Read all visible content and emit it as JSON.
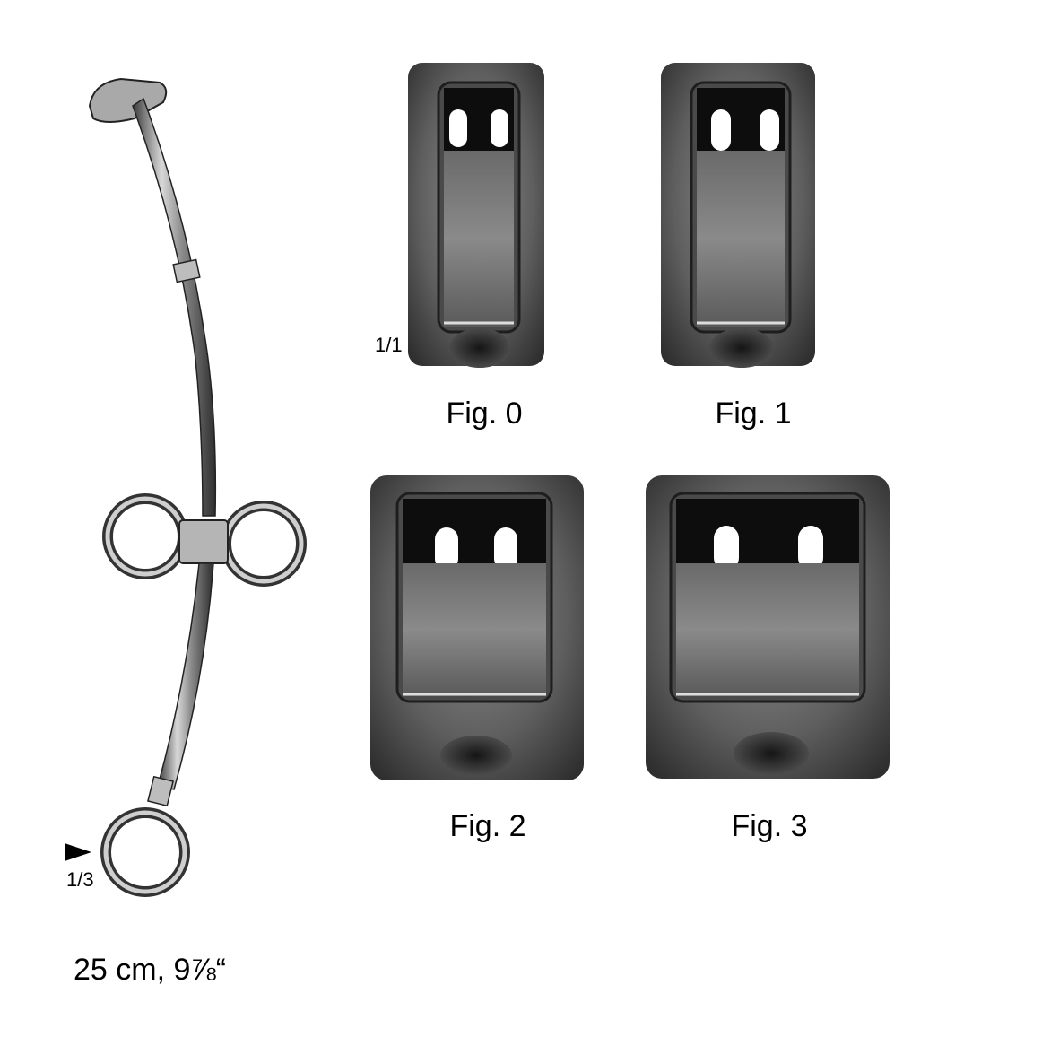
{
  "scale_labels": {
    "left": "1/3",
    "figs": "1/1"
  },
  "size_text": "25 cm, 9⅞“",
  "figures": [
    {
      "label": "Fig. 0"
    },
    {
      "label": "Fig. 1"
    },
    {
      "label": "Fig. 2"
    },
    {
      "label": "Fig. 3"
    }
  ],
  "colors": {
    "metal_dark": "#2b2b2b",
    "metal_mid": "#6e6e6e",
    "metal_light": "#bdbdbd",
    "window": "#0d0d0d"
  }
}
